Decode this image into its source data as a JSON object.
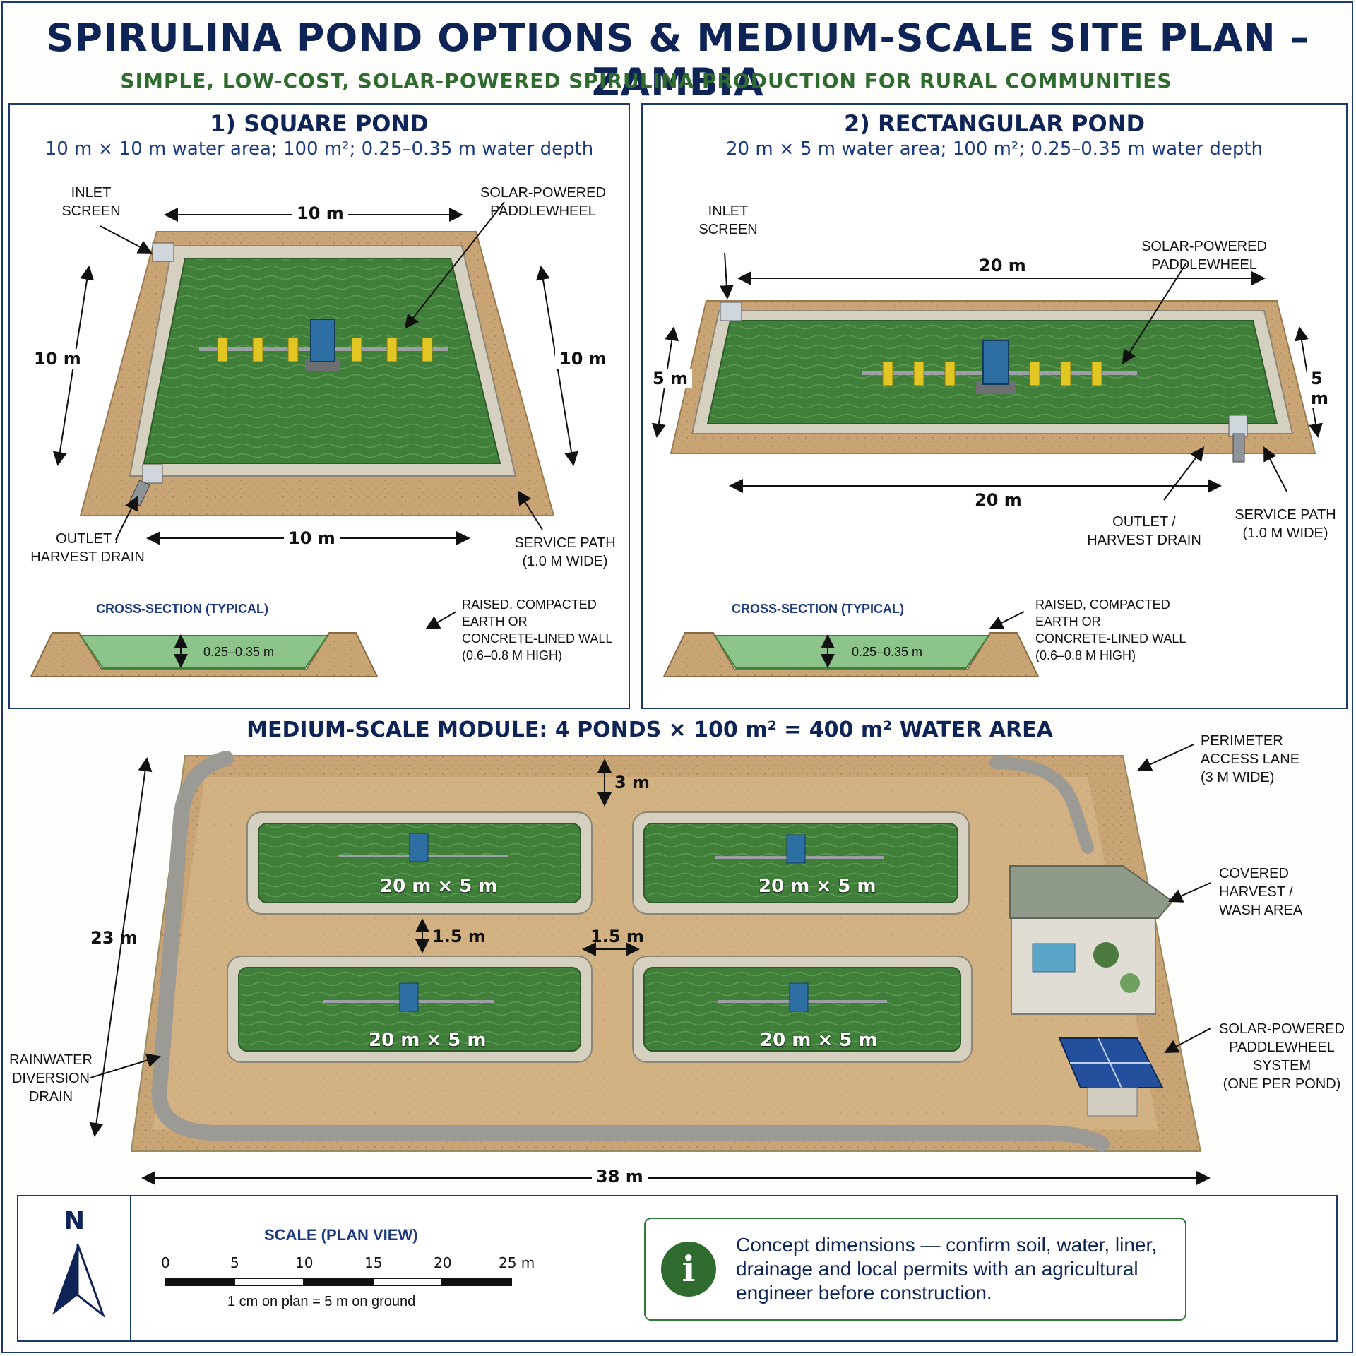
{
  "title": "SPIRULINA POND OPTIONS & MEDIUM-SCALE SITE PLAN – ZAMBIA",
  "subtitle": "SIMPLE, LOW-COST, SOLAR-POWERED SPIRULINA PRODUCTION FOR RURAL COMMUNITIES",
  "square": {
    "title": "1) SQUARE POND",
    "subtitle": "10 m × 10 m water area; 100 m²; 0.25–0.35 m water depth",
    "dim_top": "10 m",
    "dim_bottom": "10 m",
    "dim_left": "10 m",
    "dim_right": "10 m",
    "inlet": "INLET\nSCREEN",
    "paddlewheel": "SOLAR-POWERED\nPADDLEWHEEL",
    "outlet": "OUTLET /\nHARVEST DRAIN",
    "service_path": "SERVICE PATH\n(1.0 m WIDE)",
    "cross_section": "CROSS-SECTION (TYPICAL)",
    "depth": "0.25–0.35 m",
    "wall": "RAISED, COMPACTED\nEARTH OR\nCONCRETE-LINED WALL\n(0.6–0.8 m HIGH)"
  },
  "rect": {
    "title": "2) RECTANGULAR POND",
    "subtitle": "20 m × 5 m water area; 100 m²; 0.25–0.35 m water depth",
    "dim_top": "20 m",
    "dim_bottom": "20 m",
    "dim_left": "5 m",
    "dim_right": "5 m",
    "inlet": "INLET\nSCREEN",
    "paddlewheel": "SOLAR-POWERED\nPADDLEWHEEL",
    "outlet": "OUTLET /\nHARVEST DRAIN",
    "service_path": "SERVICE PATH\n(1.0 m WIDE)",
    "cross_section": "CROSS-SECTION (TYPICAL)",
    "depth": "0.25–0.35 m",
    "wall": "RAISED, COMPACTED\nEARTH OR\nCONCRETE-LINED WALL\n(0.6–0.8 m HIGH)"
  },
  "module": {
    "title": "MEDIUM-SCALE MODULE: 4 PONDS × 100 m² = 400 m² WATER AREA",
    "pond_label": "20 m × 5 m",
    "gap_vertical": "1.5 m",
    "gap_horizontal": "1.5 m",
    "lane_width": "3 m",
    "height": "23 m",
    "width": "38 m",
    "perimeter": "PERIMETER\nACCESS LANE\n(3 m WIDE)",
    "harvest": "COVERED\nHARVEST /\nWASH AREA",
    "solar": "SOLAR-POWERED\nPADDLEWHEEL\nSYSTEM\n(ONE PER POND)",
    "drain": "RAINWATER\nDIVERSION\nDRAIN"
  },
  "legend": {
    "north": "N",
    "scale_title": "SCALE (PLAN VIEW)",
    "ticks": [
      "0",
      "5",
      "10",
      "15",
      "20",
      "25 m"
    ],
    "scale_note": "1 cm on plan = 5 m on ground"
  },
  "note": "Concept dimensions — confirm soil, water, liner, drainage and local permits with an agricultural engineer before construction.",
  "colors": {
    "navy": "#0f2456",
    "green_text": "#2f6b2f",
    "water": "#3e7d3a",
    "earth": "#c9a878",
    "wall": "#d9d4c5"
  }
}
